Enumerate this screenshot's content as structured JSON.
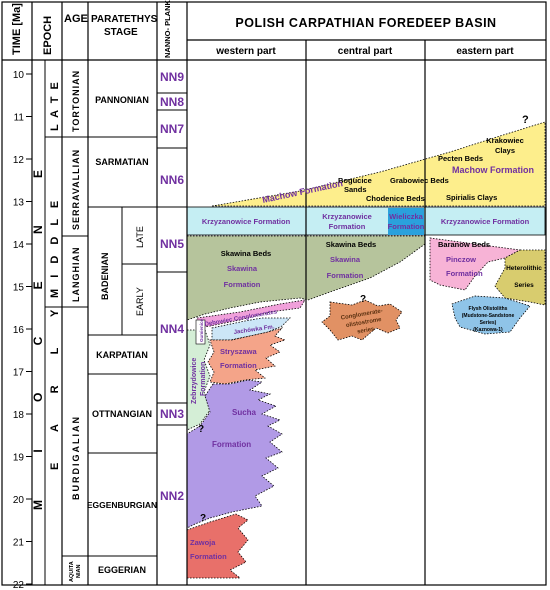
{
  "headers": {
    "time": "TIME [Ma]",
    "epoch": "EPOCH",
    "age": "AGE",
    "paratethys_stage": "PARATETHYS STAGE",
    "nannoplankton": "NANNO- PLANKTON ZONES",
    "basin_title": "POLISH CARPATHIAN FOREDEEP BASIN",
    "parts": [
      "western part",
      "central part",
      "eastern part"
    ]
  },
  "time_ticks": [
    "10",
    "11",
    "12",
    "13",
    "14",
    "15",
    "16",
    "17",
    "18",
    "19",
    "20",
    "21",
    "22"
  ],
  "epochs": {
    "outer": "M I O C E N E",
    "middle": "M I D D L E",
    "early": "E A R L Y",
    "late": "L A T E"
  },
  "ages": {
    "tortonian": "TORTONIAN",
    "serravallian": "SERRAVALLIAN",
    "langhian": "LANGHIAN",
    "burdigalian": "BURDIGALIAN",
    "aquitanian": "AQUITA NIAN"
  },
  "stages": {
    "pannonian": "PANNONIAN",
    "sarmatian": "SARMATIAN",
    "badenian": "BADENIAN",
    "badenian_late": "LATE",
    "badenian_early": "EARLY",
    "karpatian": "KARPATIAN",
    "ottnangian": "OTTNANGIAN",
    "eggenburgian": "EGGENBURGIAN",
    "eggerian": "EGGERIAN"
  },
  "nn_zones": [
    "NN9",
    "NN8",
    "NN7",
    "NN6",
    "NN5",
    "NN4",
    "NN3",
    "NN2"
  ],
  "formations": {
    "krakowiec": "Krakowiec Clays",
    "pecten": "Pecten Beds",
    "machow_east": "Machow Formation",
    "machow_west": "Machow Formation",
    "spirialis": "Spirialis Clays",
    "grabowiec": "Grabowiec Beds",
    "bogucice": "Bogucice Sands",
    "chodenice": "Chodenice Beds",
    "krzy_w": "Krzyzanowice Formation",
    "krzy_c": "Krzyzanowice Formation",
    "wieliczka": "Wieliczka Formation",
    "krzy_e": "Krzyzanowice Formation",
    "skawina_w_beds": "Skawina Beds",
    "skawina_w_fm": "Skawina Formation",
    "skawina_c_beds": "Skawina Beds",
    "skawina_c_fm": "Skawina Formation",
    "baranow": "Baranow Beds",
    "pinczow": "Pinczow Formation",
    "heterolithic": "Heterolithic Series",
    "flysh": "Flysh Olistoliths (Mudstone-Sandstone Series) (Kaznowa-1)",
    "conglomerate": "Conglomerate-olistostrome series",
    "debowiec": "Dębowiec Conglomerates",
    "jachowka": "Jachówka Fm.",
    "stryszawa": "Stryszawa Formation",
    "zebrzydowice": "Zebrzydowice Formation",
    "gumienice": "Gumienice",
    "sucha_a": "Sucha",
    "sucha_b": "Formation",
    "zawoja": "Zawoja Formation",
    "question": "?"
  },
  "colors": {
    "yellow": "#fdee8c",
    "cyan": "#c5eef3",
    "blue": "#2aa1dc",
    "green": "#b6c49c",
    "pink": "#f7b3d6",
    "olive": "#d8cc6e",
    "salmon": "#f4a489",
    "orange": "#e19164",
    "lavender": "#b19ae6",
    "palegreen": "#d4eed6",
    "red": "#e8706a",
    "purple_text": "#7030a0"
  }
}
